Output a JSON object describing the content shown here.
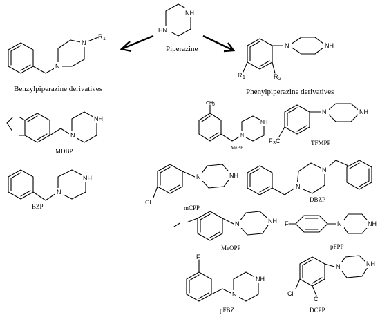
{
  "atoms": {
    "nh": "NH",
    "hn": "HN",
    "n": "N",
    "r1": "R",
    "r1_sub": "1",
    "r2": "R",
    "r2_sub": "2",
    "ch3": "CH",
    "ch3_sub": "3",
    "cf3": "F",
    "cf3_sub": "3",
    "cf3_tail": "C",
    "cl": "Cl",
    "f": "F"
  },
  "captions": {
    "piperazine": "Piperazine",
    "benzyl_derivatives": "Benzylpiperazine derivatives",
    "phenyl_derivatives": "Phenylpiperazine derivatives",
    "mdbp": "MDBP",
    "bzp": "BZP",
    "mebp": "MeBP",
    "tfmpp": "TFMPP",
    "mcpp": "mCPP",
    "dbzp": "DBZP",
    "meopp": "MeOPP",
    "pfpp": "pFPP",
    "pfbz": "pFBZ",
    "dcpp": "DCPP"
  }
}
